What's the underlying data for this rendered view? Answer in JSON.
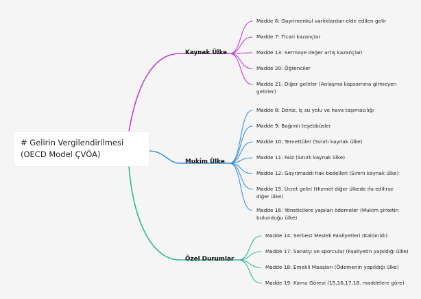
{
  "root": {
    "title": "# Gelirin Vergilendirilmesi (OECD Model ÇVÖA)"
  },
  "branches": [
    {
      "label": "Kaynak Ülke",
      "color": "#c23fcf",
      "leaves": [
        {
          "line1": "Madde 6: Gayrimenkul varlıklardan elde edilen gelir",
          "line2": ""
        },
        {
          "line1": "Madde 7: Ticari kazançlar",
          "line2": ""
        },
        {
          "line1": "Madde 13: Sermaye değer artış kazançları",
          "line2": ""
        },
        {
          "line1": "Madde 20: Öğrenciler",
          "line2": ""
        },
        {
          "line1": "Madde 21: Diğer gelirler (Anlaşma kapsamına girmeyen",
          "line2": "gelirler)"
        }
      ]
    },
    {
      "label": "Mukim Ülke",
      "color": "#3a8fd6",
      "leaves": [
        {
          "line1": "Madde 8: Deniz, iç su yolu ve hava taşımacılığı",
          "line2": ""
        },
        {
          "line1": "Madde 9: Bağımlı teşebbüsler",
          "line2": ""
        },
        {
          "line1": "Madde 10: Temettüler (Sınırlı kaynak ülke)",
          "line2": ""
        },
        {
          "line1": "Madde 11: Faiz (Sınırlı kaynak ülke)",
          "line2": ""
        },
        {
          "line1": "Madde 12: Gayrimaddi hak bedelleri (Sınırlı kaynak ülke)",
          "line2": ""
        },
        {
          "line1": "Madde 15: Ücret geliri (Hizmet diğer ülkede ifa edilirse",
          "line2": "diğer ülke)"
        },
        {
          "line1": "Madde 16: Yöneticilere yapılan ödemeler (Mukim şirketin",
          "line2": "bulunduğu ülke)"
        }
      ]
    },
    {
      "label": "Özel Durumlar",
      "color": "#2db79a",
      "leaves": [
        {
          "line1": "Madde 14: Serbest Meslek Faaliyetleri (Kaldırıldı)",
          "line2": ""
        },
        {
          "line1": "Madde 17: Sanatçı ve sporcular (Faaliyetin yapıldığı ülke)",
          "line2": ""
        },
        {
          "line1": "Madde 18: Emekli Maaşları (Ödemenin yapıldığı ülke)",
          "line2": ""
        },
        {
          "line1": "Madde 19: Kamu Görevi (15,16,17,18. maddelere göre)",
          "line2": ""
        }
      ]
    }
  ]
}
